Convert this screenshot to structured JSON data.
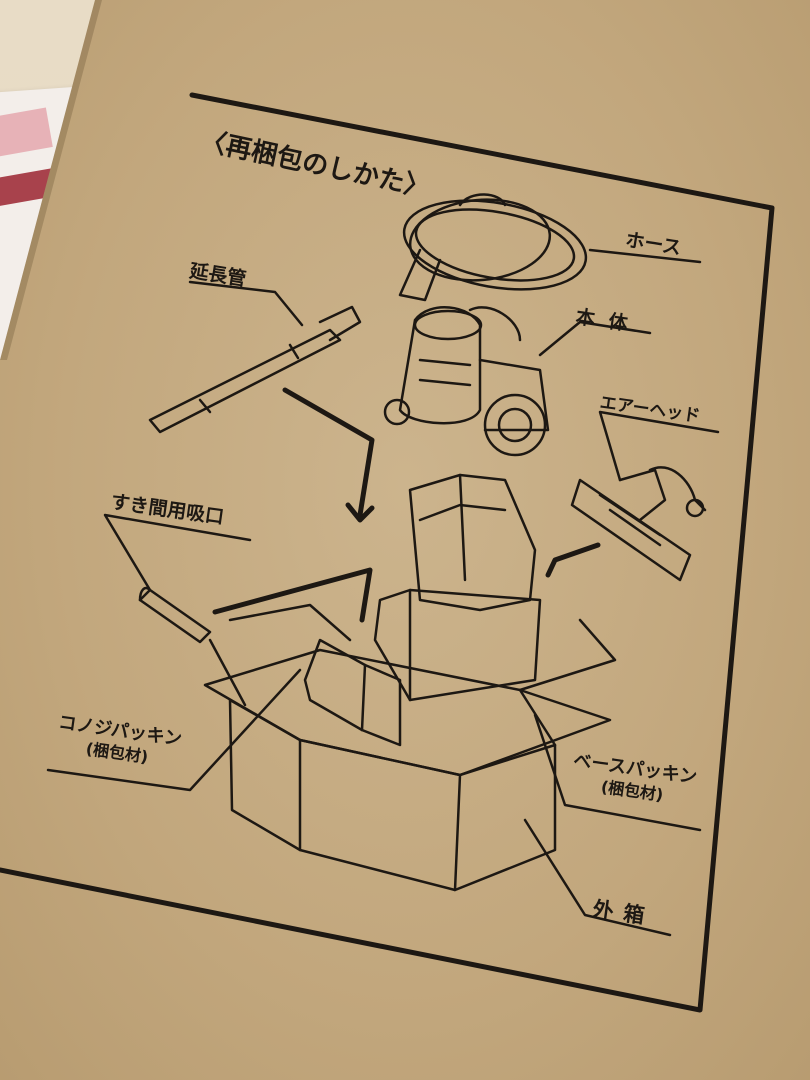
{
  "scene": {
    "description": "Photo of cardboard box panel with printed repacking instructions for a canister vacuum cleaner",
    "colors": {
      "cardboard": "#c7ad83",
      "ink": "#1d1813",
      "background_paper": "#f3eeea",
      "background_accent": "#a8424c"
    }
  },
  "diagram": {
    "title": "〈再梱包のしかた〉",
    "parts": [
      {
        "id": "hose",
        "label": "ホース"
      },
      {
        "id": "body",
        "label": "本体"
      },
      {
        "id": "extension_pipe",
        "label": "延長管"
      },
      {
        "id": "air_head",
        "label": "エアーヘッド"
      },
      {
        "id": "crevice_nozzle",
        "label": "すき間用吸口"
      },
      {
        "id": "konoji_packing",
        "label": "コノジパッキン",
        "sublabel": "(梱包材)"
      },
      {
        "id": "base_packing",
        "label": "ベースパッキン",
        "sublabel": "(梱包材)"
      },
      {
        "id": "outer_box",
        "label": "外箱"
      }
    ]
  }
}
